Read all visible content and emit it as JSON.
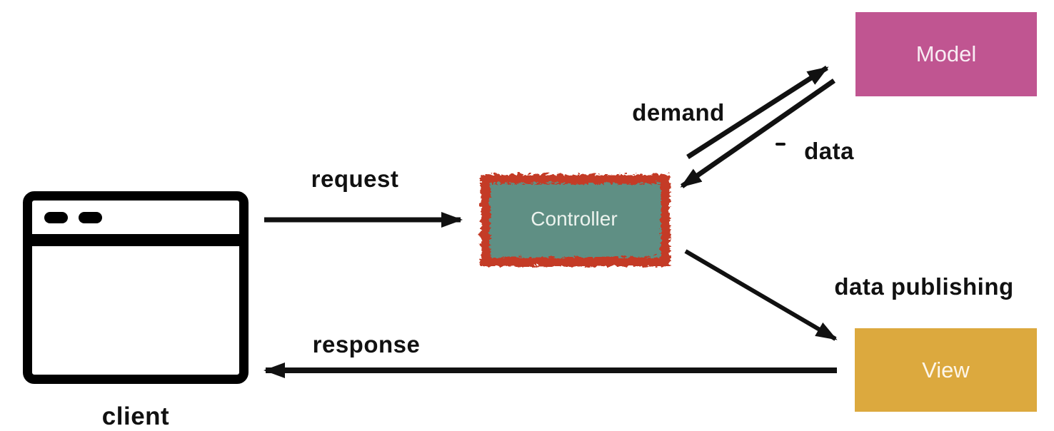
{
  "diagram": {
    "type": "mvc-architecture",
    "background_color": "#ffffff",
    "arrow_color": "#111111",
    "label_text_color": "#111111",
    "nodes": {
      "client": {
        "label": "client",
        "icon": "browser-window-icon"
      },
      "controller": {
        "label": "Controller",
        "fill": "#5f8f84",
        "border_color": "#c43b25",
        "border_style": "rough-crayon",
        "text_color": "#ecf3ee"
      },
      "model": {
        "label": "Model",
        "fill": "#c05591",
        "text_color": "#f8ecf3"
      },
      "view": {
        "label": "View",
        "fill": "#dca93e",
        "text_color": "#fdf6e9"
      }
    },
    "arrows": [
      {
        "label": "request",
        "from": "client",
        "to": "controller"
      },
      {
        "label": "demand",
        "from": "controller",
        "to": "model"
      },
      {
        "label": "data",
        "from": "model",
        "to": "controller"
      },
      {
        "label": "data publishing",
        "from": "controller",
        "to": "view"
      },
      {
        "label": "response",
        "from": "view",
        "to": "client"
      }
    ]
  }
}
